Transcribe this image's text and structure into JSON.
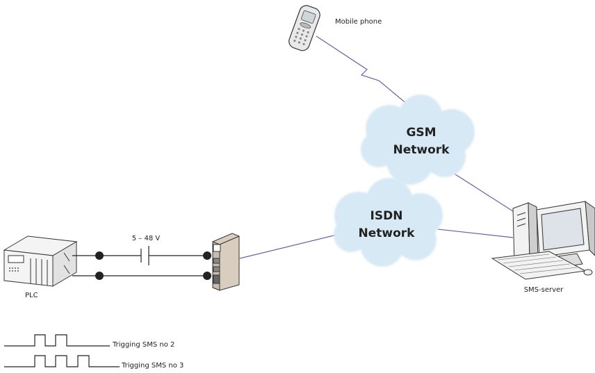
{
  "labels": {
    "mobile_phone": "Mobile phone",
    "gsm_network_line1": "GSM",
    "gsm_network_line2": "Network",
    "isdn_network_line1": "ISDN",
    "isdn_network_line2": "Network",
    "sms_server": "SMS-server",
    "plc": "PLC",
    "voltage": "5 – 48 V",
    "trigger_sms_2": "Trigging SMS no 2",
    "trigger_sms_3": "Trigging SMS no 3"
  },
  "colors": {
    "link_line": "#6c5da8",
    "cloud_fill": "#d8e9f6",
    "device_body": "#d9cdbf"
  },
  "icons": [
    "mobile-phone-icon",
    "cloud-icon",
    "computer-icon",
    "plc-icon",
    "gateway-device-icon"
  ]
}
